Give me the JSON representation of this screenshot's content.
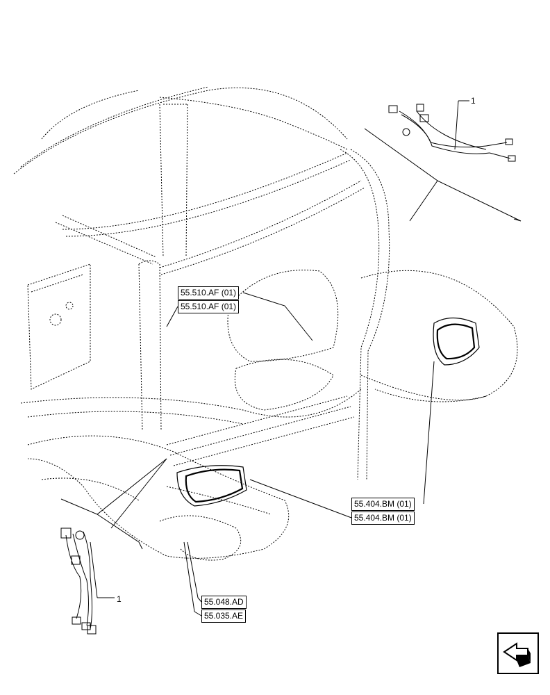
{
  "callouts": {
    "top_harness_number": "1",
    "bottom_harness_number": "1"
  },
  "references": {
    "ref_1": "55.510.AF (01)",
    "ref_2": "55.510.AF (01)",
    "ref_3": "55.404.BM (01)",
    "ref_4": "55.404.BM (01)",
    "ref_5": "55.048.AD",
    "ref_6": "55.035.AE"
  },
  "icons": {
    "navigation": "next-page-arrow-icon"
  },
  "colors": {
    "line": "#000000",
    "background": "#ffffff"
  }
}
